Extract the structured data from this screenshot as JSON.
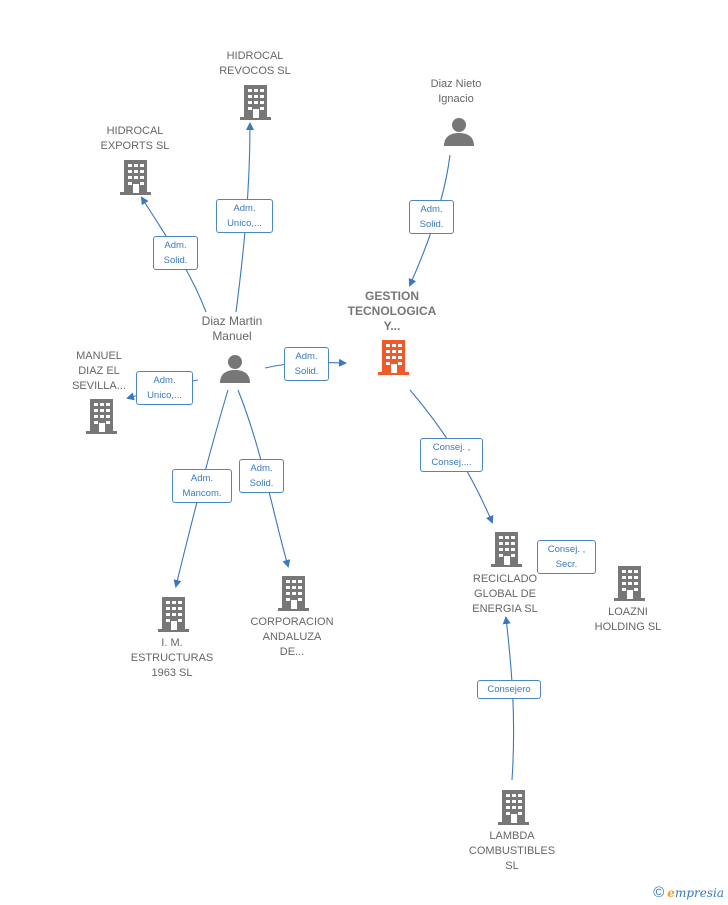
{
  "nodes": {
    "hidrocal_revocos": {
      "label": "HIDROCAL\nREVOCOS SL"
    },
    "hidrocal_exports": {
      "label": "HIDROCAL\nEXPORTS  SL"
    },
    "diaz_nieto": {
      "label": "Diaz Nieto\nIgnacio"
    },
    "diaz_martin": {
      "label": "Diaz Martin\nManuel"
    },
    "gestion": {
      "label": "GESTION\nTECNOLOGICA\nY..."
    },
    "manuel_diaz": {
      "label": "MANUEL\nDIAZ EL\nSEVILLA..."
    },
    "im_estructuras": {
      "label": "I.  M.\nESTRUCTURAS\n1963  SL"
    },
    "corporacion": {
      "label": "CORPORACION\nANDALUZA\nDE..."
    },
    "reciclado": {
      "label": "RECICLADO\nGLOBAL DE\nENERGIA  SL"
    },
    "loazni": {
      "label": "LOAZNI\nHOLDING  SL"
    },
    "lambda": {
      "label": "LAMBDA\nCOMBUSTIBLES\nSL"
    }
  },
  "edges": {
    "e1": "Adm.\nUnico,...",
    "e2": "Adm.\nSolid.",
    "e3": "Adm.\nSolid.",
    "e4": "Adm.\nSolid.",
    "e5": "Adm.\nUnico,...",
    "e6": "Adm.\nMancom.",
    "e7": "Adm.\nSolid.",
    "e8": "Consej. ,\nConsej....",
    "e9": "Consej. ,\nSecr.",
    "e10": "Consejero"
  },
  "colors": {
    "edge": "#3a78c0",
    "building": "#777777",
    "focus": "#ee5a2a",
    "person": "#777777"
  },
  "footer": {
    "copyright": "©",
    "brand_initial": "e",
    "brand_rest": "mpresia"
  }
}
